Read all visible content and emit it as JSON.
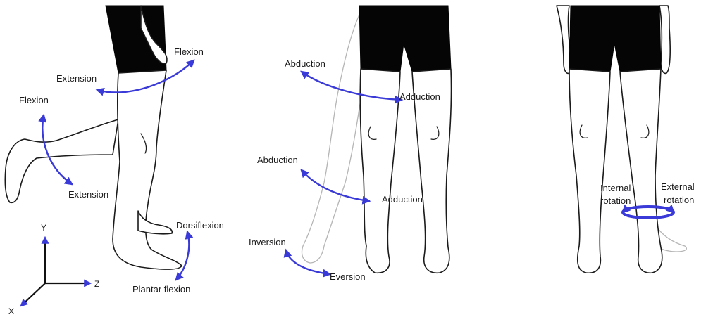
{
  "colors": {
    "arrow": "#3a3ad8",
    "outline": "#1a1a1a",
    "shorts": "#050505",
    "ghost": "#b5b5b5"
  },
  "axes": {
    "y": "Y",
    "z": "Z",
    "x": "X"
  },
  "panel_left": {
    "hip_flexion": "Flexion",
    "hip_extension": "Extension",
    "knee_flexion": "Flexion",
    "knee_extension": "Extension",
    "ankle_dorsiflexion": "Dorsiflexion",
    "ankle_plantar": "Plantar flexion"
  },
  "panel_middle": {
    "hip_abduction": "Abduction",
    "hip_adduction": "Adduction",
    "knee_abduction": "Abduction",
    "knee_adduction": "Adduction",
    "foot_inversion": "Inversion",
    "foot_eversion": "Eversion"
  },
  "panel_right": {
    "internal_1": "Internal",
    "internal_2": "rotation",
    "external_1": "External",
    "external_2": "rotation"
  }
}
